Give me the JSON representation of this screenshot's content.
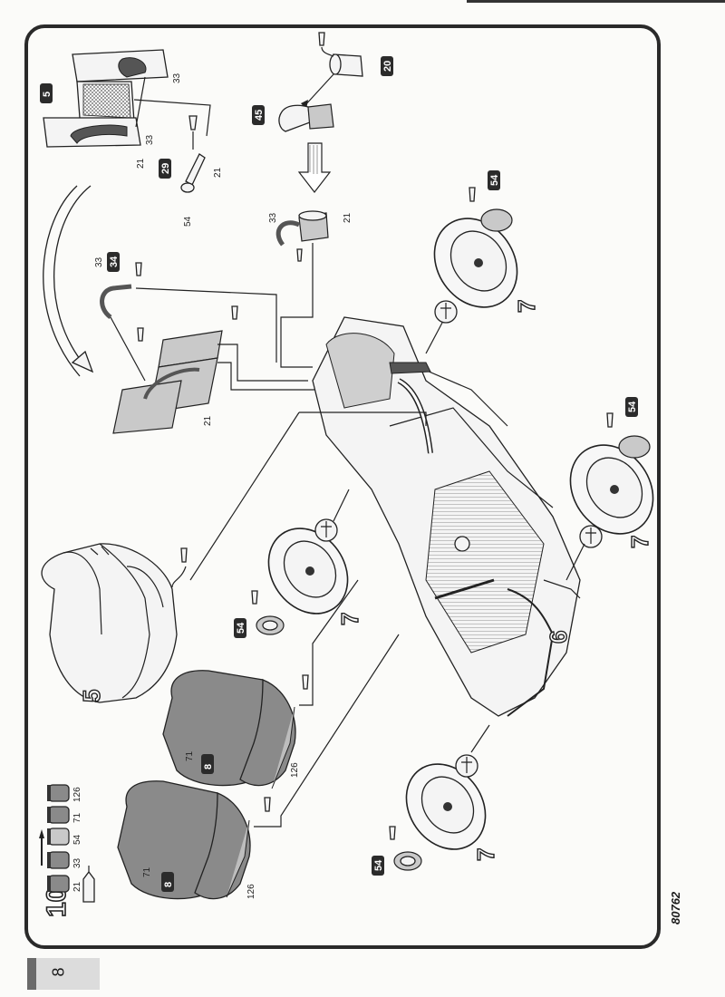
{
  "step_number": "10",
  "page_number": "8",
  "kit_code": "80762",
  "paint_chips": [
    "21",
    "33",
    "54",
    "71",
    "126"
  ],
  "callouts": {
    "c5": "5",
    "c20": "20",
    "c45": "45",
    "c29": "29",
    "c34": "34",
    "c54a": "54",
    "c54b": "54",
    "c54c": "54",
    "c54d": "54",
    "c8a": "8",
    "c8b": "8"
  },
  "labels": {
    "l33a": "33",
    "l33b": "33",
    "l21a": "21",
    "l21b": "21",
    "l54": "54",
    "l33c": "33",
    "l21c": "21",
    "l33d": "33",
    "l21d": "21",
    "l71a": "71",
    "l126a": "126",
    "l71b": "71",
    "l126b": "126"
  },
  "part_numbers": {
    "seat": "5",
    "wheel_a": "7",
    "wheel_b": "7",
    "wheel_c": "7",
    "wheel_d": "7",
    "axle": "6"
  }
}
